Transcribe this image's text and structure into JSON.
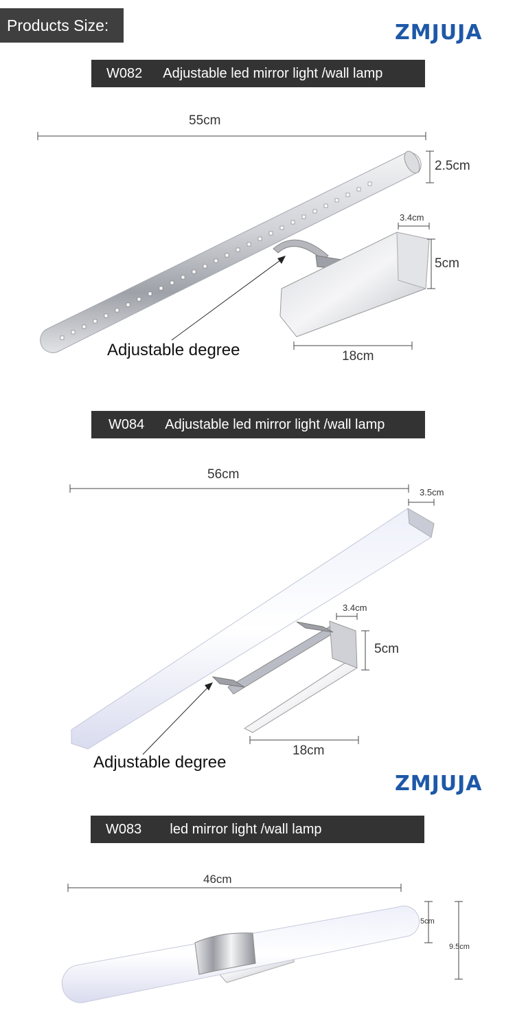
{
  "header": {
    "title": "Products Size:"
  },
  "brand": {
    "logo": "ZMJUJA",
    "color": "#1e58a8"
  },
  "products": [
    {
      "code": "W082",
      "name": "Adjustable led mirror light /wall lamp",
      "dims": {
        "length": "55cm",
        "diameter": "2.5cm",
        "base_depth": "3.4cm",
        "base_height": "5cm",
        "base_width": "18cm"
      },
      "note": "Adjustable degree"
    },
    {
      "code": "W084",
      "name": "Adjustable led mirror light /wall lamp",
      "dims": {
        "length": "56cm",
        "depth": "3.5cm",
        "base_depth": "3.4cm",
        "base_height": "5cm",
        "base_width": "18cm"
      },
      "note": "Adjustable degree"
    },
    {
      "code": "W083",
      "name": "led mirror light /wall lamp",
      "dims": {
        "length": "46cm",
        "tube_height": "5cm",
        "total_height": "9.5cm"
      }
    }
  ]
}
